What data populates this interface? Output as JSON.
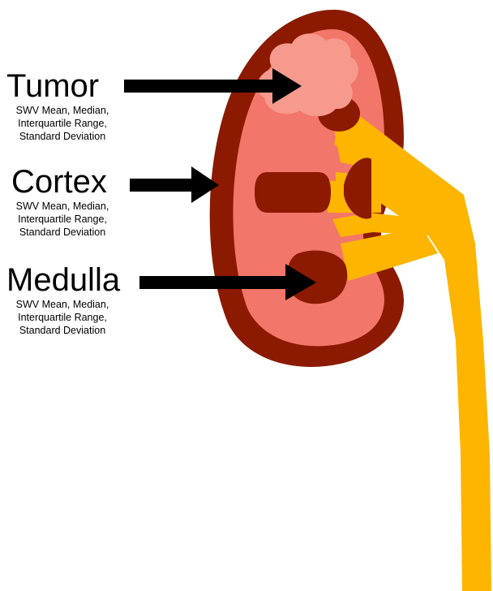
{
  "labels": [
    {
      "title": "Tumor",
      "desc": [
        "SWV Mean, Median,",
        "Interquartile Range,",
        "Standard Deviation"
      ]
    },
    {
      "title": "Cortex",
      "desc": [
        "SWV Mean, Median,",
        "Interquartile Range,",
        "Standard Deviation"
      ]
    },
    {
      "title": "Medulla",
      "desc": [
        "SWV Mean, Median,",
        "Interquartile Range,",
        "Standard Deviation"
      ]
    }
  ],
  "colors": {
    "capsule": "#8B1A00",
    "cortex": "#F2766A",
    "medulla": "#8B1A00",
    "tumor": "#F59A8C",
    "collecting_system": "#FDB500",
    "arrow": "#000000"
  }
}
